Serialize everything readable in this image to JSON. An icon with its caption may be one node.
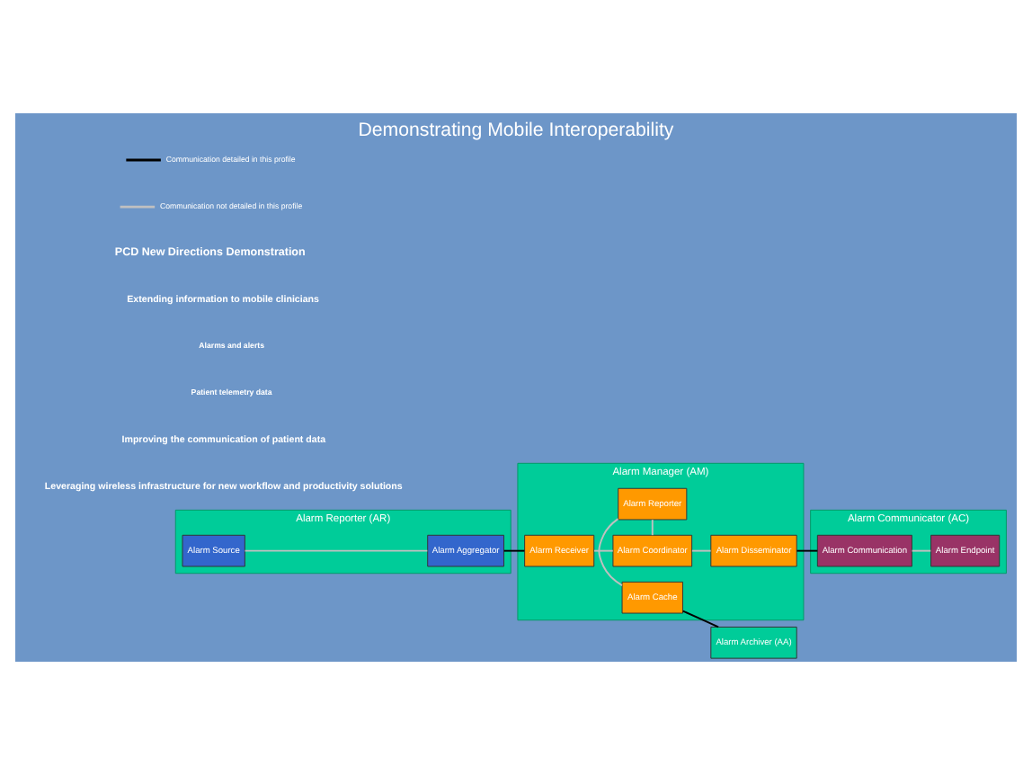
{
  "diagram": {
    "title": "Demonstrating Mobile Interoperability",
    "nodes": [
      {
        "text": [
          "Alarm Reporter (AR)"
        ]
      },
      {
        "text": [
          "Alarm Source"
        ],
        "in": 0
      },
      {
        "text": [
          "Alarm Aggregator"
        ],
        "in": 0
      },
      {
        "text": [
          "Alarm Manager (AM)"
        ]
      },
      {
        "text": [
          "Alarm Receiver"
        ],
        "in": 3
      },
      {
        "text": [
          "Alarm Coordinator"
        ],
        "in": 3
      },
      {
        "text": [
          "Alarm Disseminator"
        ],
        "in": 3
      },
      {
        "text": [
          "Alarm Reporter"
        ],
        "in": 3
      },
      {
        "text": [
          "Alarm Cache"
        ],
        "in": 3
      },
      {
        "text": [
          "Alarm Communicator (AC)"
        ]
      },
      {
        "text": [
          "Alarm Communication"
        ],
        "in": 9
      },
      {
        "text": [
          "Alarm Endpoint"
        ],
        "in": 9
      },
      {
        "text": [
          "Alarm Archiver (AA)"
        ]
      }
    ],
    "edges": [
      {
        "from": 1,
        "to": 2,
        "arrow": "none"
      },
      {
        "from": 2,
        "to": 4,
        "arrow": "none",
        "color": "#000000"
      },
      {
        "from": 4,
        "to": 5,
        "arrow": "none"
      },
      {
        "from": 5,
        "to": 6,
        "arrow": "none"
      },
      {
        "from": 6,
        "to": 10,
        "arrow": "none",
        "color": "#000000"
      },
      {
        "from": 10,
        "to": 11,
        "arrow": "none"
      },
      {
        "from": 5,
        "to": 7,
        "arrow": "none"
      },
      {
        "from": 7,
        "to": 8,
        "arrow": "none"
      },
      {
        "from": 8,
        "to": 12,
        "arrow": "none",
        "color": "#000000"
      }
    ],
    "labels": [
      "PCD New Directions Demonstration",
      "Extending information to mobile clinicians",
      "Alarms and alerts",
      "Patient telemetry data",
      "Improving the communication of patient data",
      "Leveraging wireless infrastructure for new workflow and productivity solutions"
    ],
    "legend": [
      {
        "text": "Communication detailed in this profile"
      },
      {
        "text": "Communication not detailed in this profile"
      }
    ]
  }
}
